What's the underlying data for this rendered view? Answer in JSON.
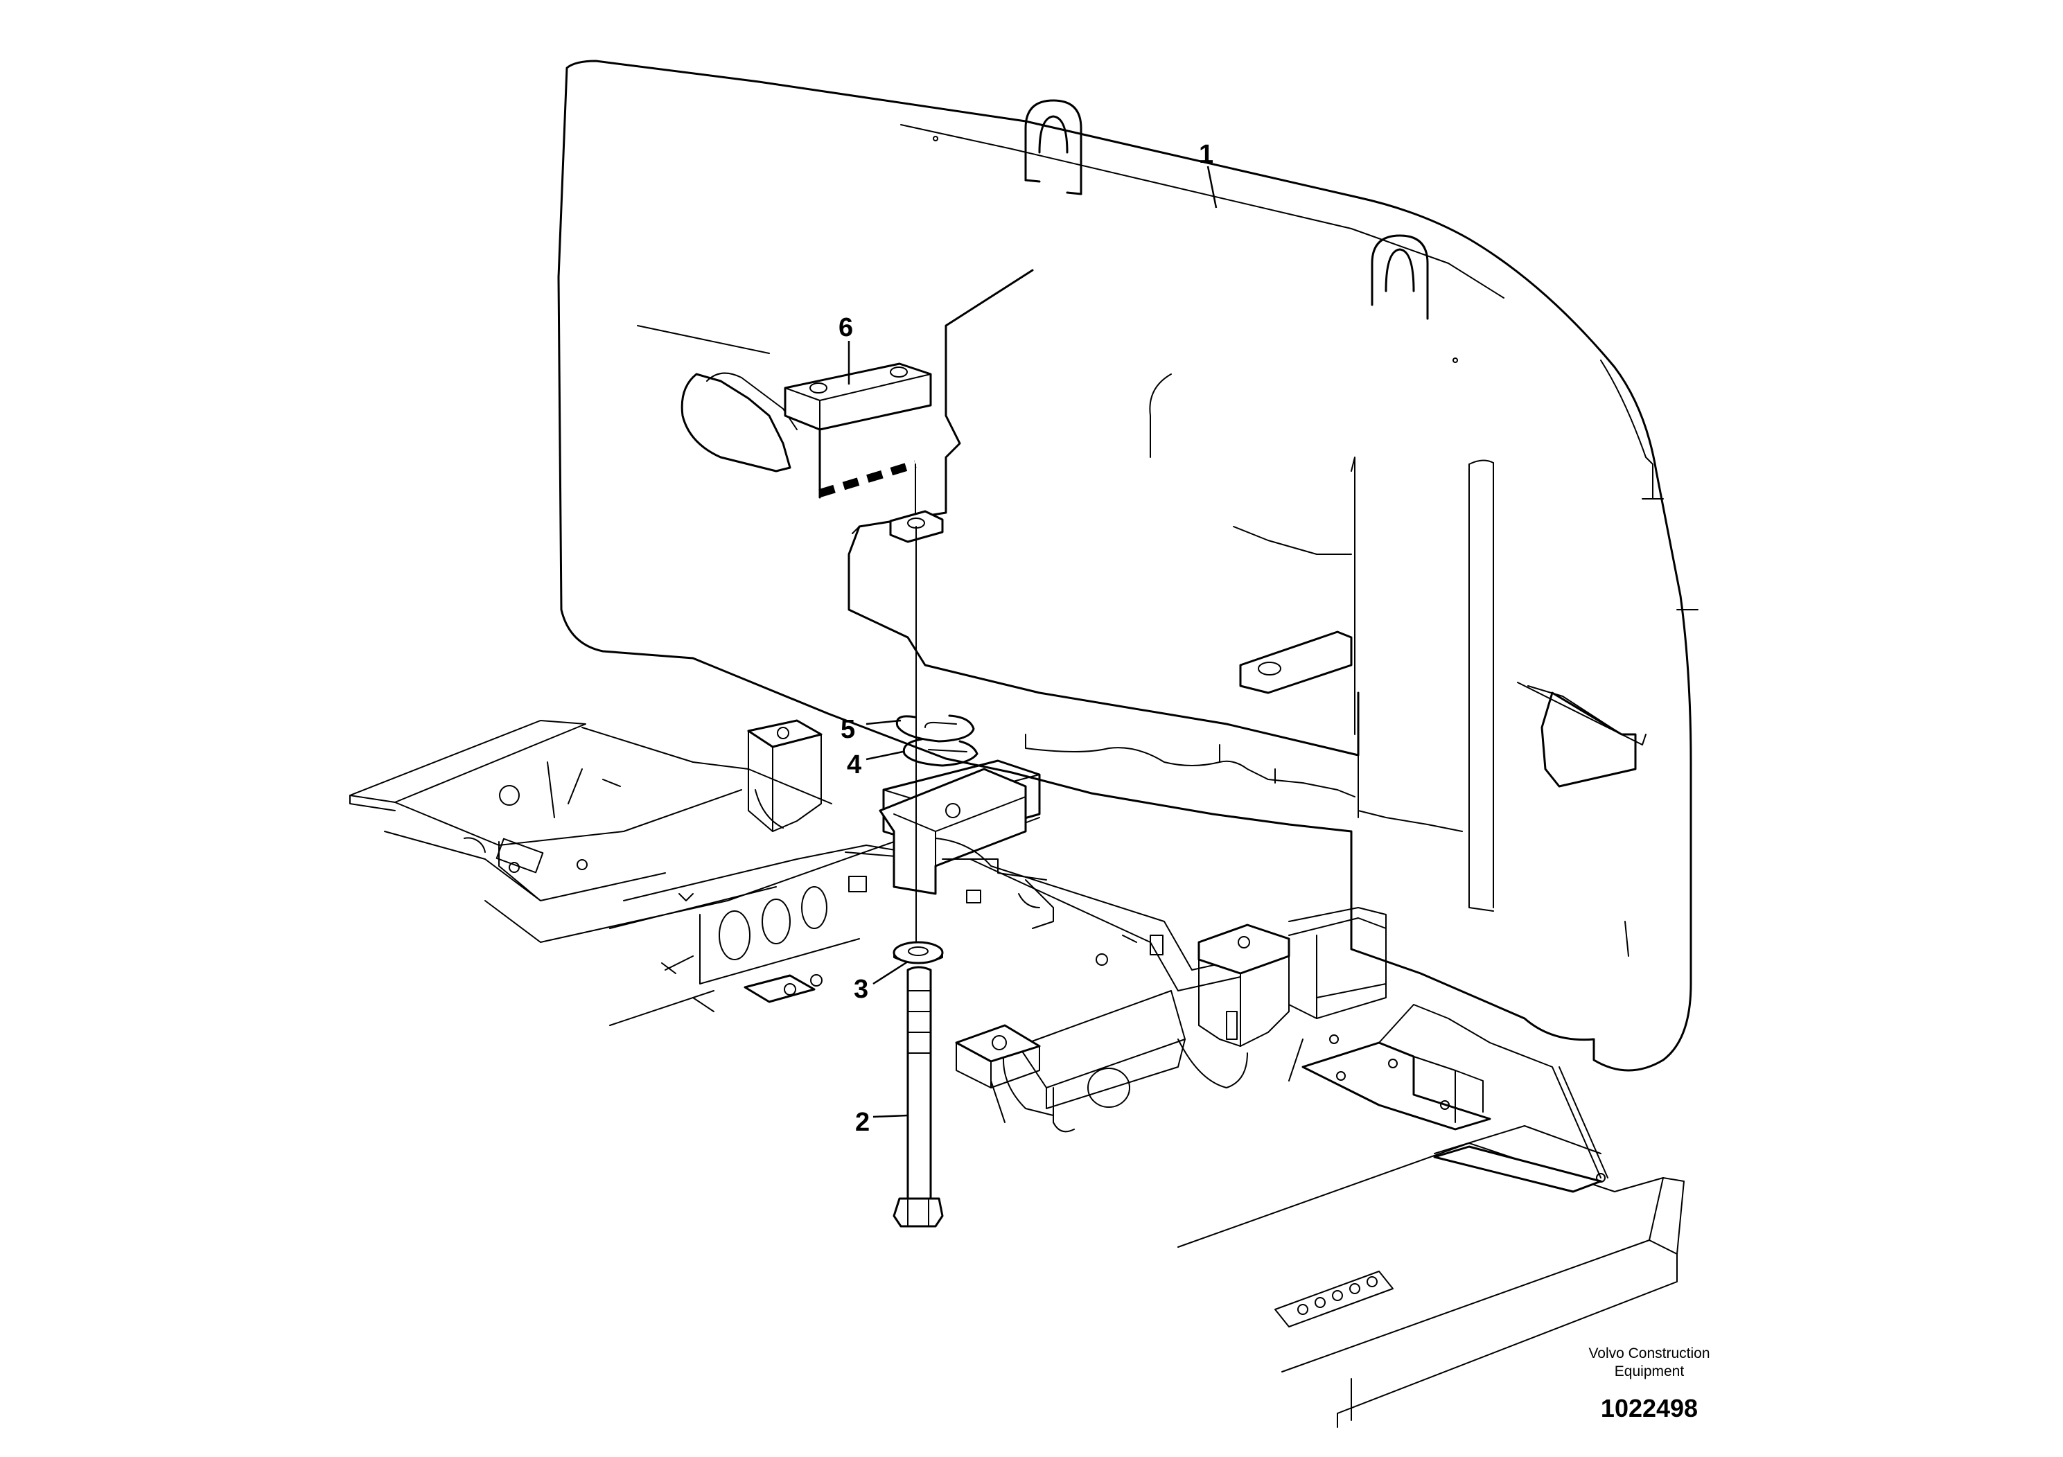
{
  "callouts": [
    {
      "id": "1",
      "label": "1"
    },
    {
      "id": "2",
      "label": "2"
    },
    {
      "id": "3",
      "label": "3"
    },
    {
      "id": "4",
      "label": "4"
    },
    {
      "id": "5",
      "label": "5"
    },
    {
      "id": "6",
      "label": "6"
    }
  ],
  "footer": {
    "company_line1": "Volvo Construction",
    "company_line2": "Equipment",
    "drawing_number": "1022498"
  }
}
